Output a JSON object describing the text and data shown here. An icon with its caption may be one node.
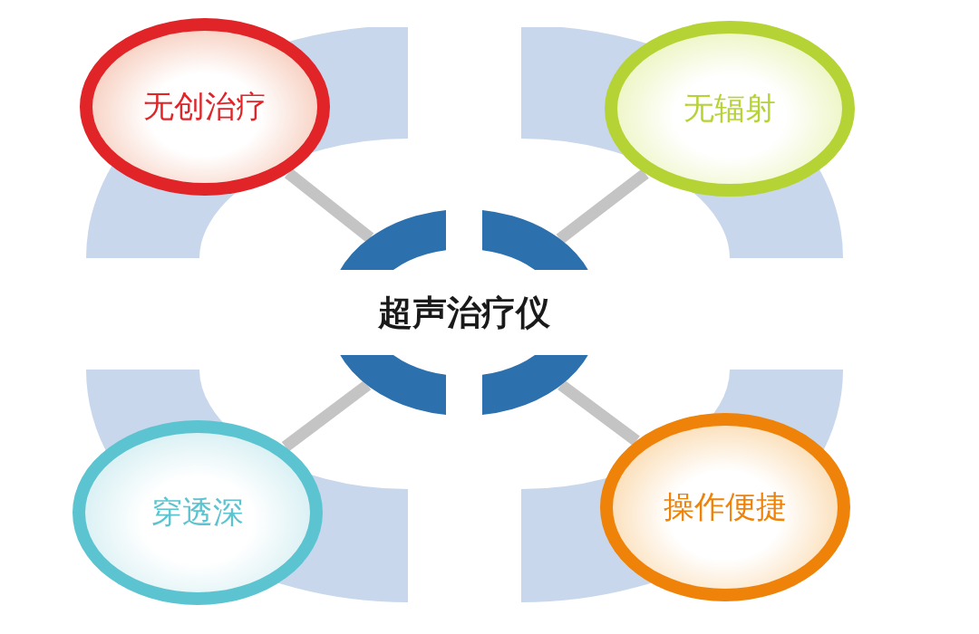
{
  "diagram": {
    "nodes": [
      {
        "text": [
          "超声治疗仪"
        ]
      },
      {
        "text": [
          "无创治疗"
        ]
      },
      {
        "text": [
          "无辐射"
        ]
      },
      {
        "text": [
          "穿透深"
        ]
      },
      {
        "text": [
          "操作便捷"
        ]
      }
    ],
    "edges": [
      {
        "from": 0,
        "to": 1,
        "arrow": "none"
      },
      {
        "from": 0,
        "to": 2,
        "arrow": "none"
      },
      {
        "from": 0,
        "to": 3,
        "arrow": "none"
      },
      {
        "from": 0,
        "to": 4,
        "arrow": "none"
      }
    ]
  }
}
